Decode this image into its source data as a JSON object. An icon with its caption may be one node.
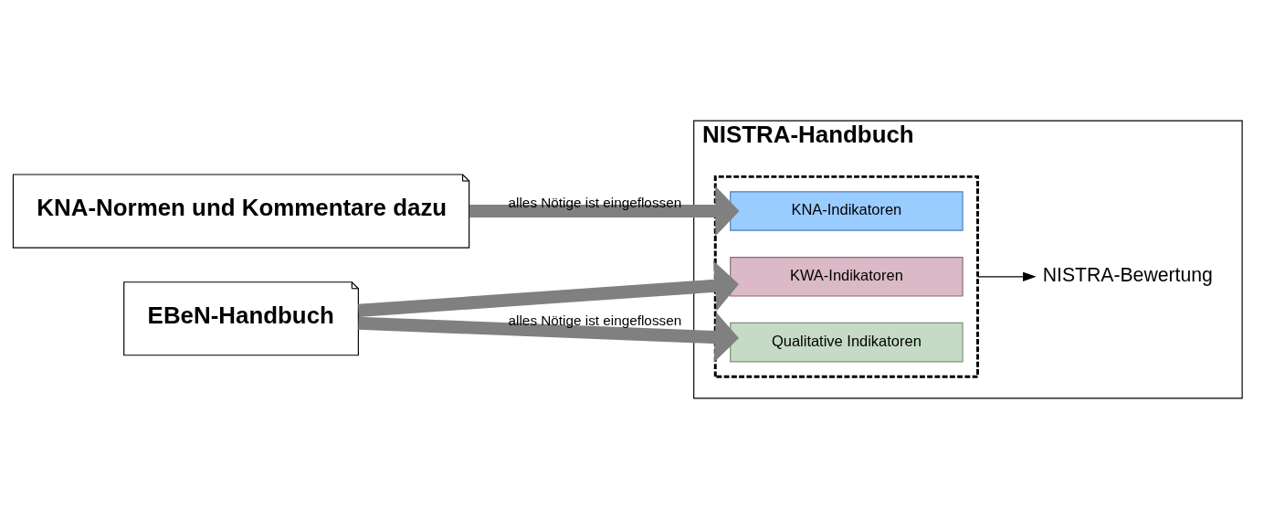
{
  "diagram": {
    "nodes": [
      {
        "text": [
          "KNA-Normen und Kommentare dazu"
        ]
      },
      {
        "text": [
          "NISTRA-Handbuch"
        ]
      },
      {
        "text": [],
        "shape": "box",
        "in": 1
      },
      {
        "text": [
          "KNA-Indikatoren"
        ],
        "in": 2
      },
      {
        "text": [
          "KWA-Indikatoren"
        ],
        "in": 2
      },
      {
        "text": [
          "Qualitative Indikatoren"
        ],
        "in": 2
      },
      {
        "text": [
          "NISTRA-Bewertung"
        ],
        "in": 1
      },
      {
        "text": [
          "EBeN-Handbuch"
        ]
      }
    ],
    "edges": [
      {
        "from": 0,
        "to": 3,
        "arrow": "to",
        "label": "alles Nötige ist eingeflossen"
      },
      {
        "from": 7,
        "to": 4,
        "arrow": "to"
      },
      {
        "from": 7,
        "to": 5,
        "arrow": "to",
        "label": "alles Nötige ist eingeflossen"
      },
      {
        "from": 2,
        "to": 6,
        "arrow": "to",
        "color": "#000000"
      }
    ]
  }
}
